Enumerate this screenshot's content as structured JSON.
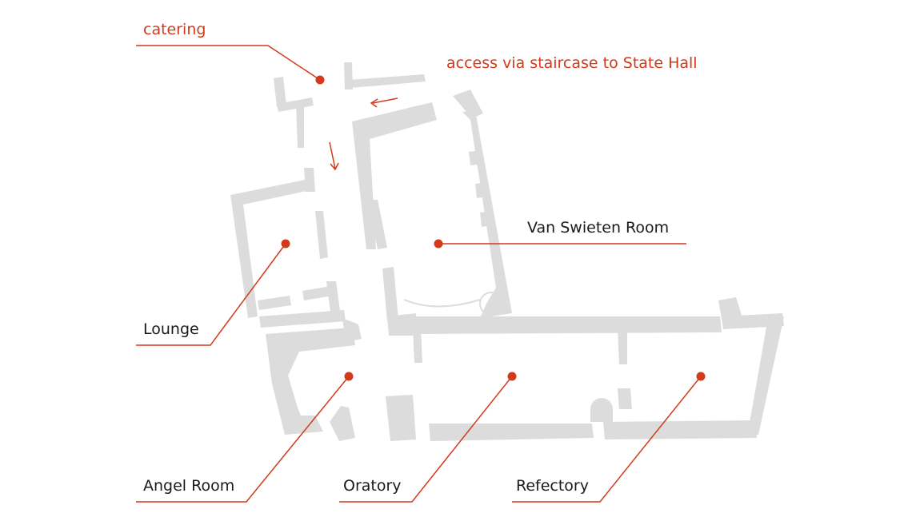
{
  "colors": {
    "accent": "#d23a1a",
    "walls": "#dcdcdc",
    "text": "#1a1a1a",
    "background": "#ffffff"
  },
  "annotations": {
    "catering": "catering",
    "staircase_access": "access via staircase to State Hall"
  },
  "rooms": {
    "van_swieten": "Van Swieten Room",
    "lounge": "Lounge",
    "angel_room": "Angel Room",
    "oratory": "Oratory",
    "refectory": "Refectory"
  }
}
